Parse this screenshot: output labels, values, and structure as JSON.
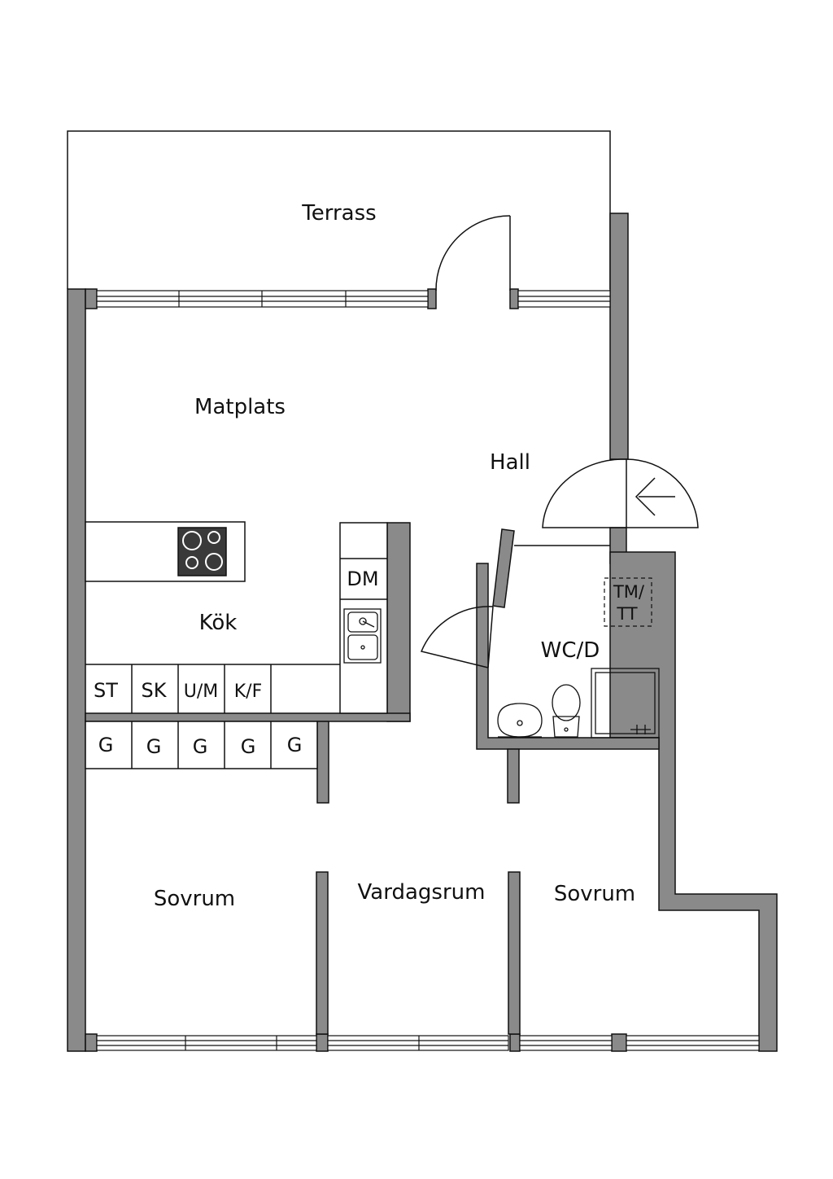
{
  "rooms": {
    "terrass": "Terrass",
    "matplats": "Matplats",
    "hall": "Hall",
    "kok": "Kök",
    "wc": "WC/D",
    "sovrum_left": "Sovrum",
    "vardagsrum": "Vardagsrum",
    "sovrum_right": "Sovrum"
  },
  "fixtures": {
    "dm": "DM",
    "tm_line1": "TM/",
    "tm_line2": "TT",
    "st": "ST",
    "sk": "SK",
    "um": "U/M",
    "kf": "K/F",
    "g": [
      "G",
      "G",
      "G",
      "G",
      "G"
    ]
  },
  "colors": {
    "wall": "#8a8a8a",
    "line": "#111111",
    "background": "#ffffff",
    "cooktop": "#3a3a3a"
  }
}
